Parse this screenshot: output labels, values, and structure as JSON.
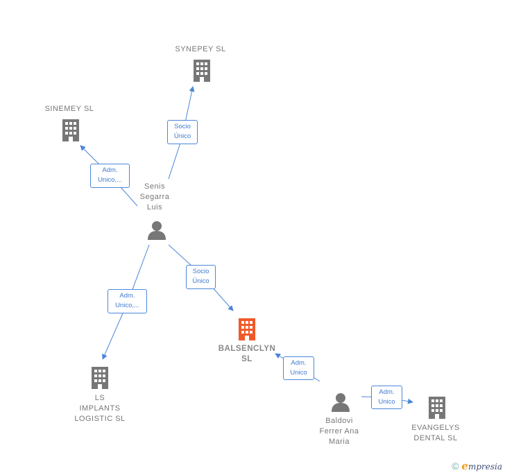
{
  "nodes": {
    "synepey": {
      "label": "SYNEPEY  SL",
      "type": "company"
    },
    "sinemey": {
      "label": "SINEMEY  SL",
      "type": "company"
    },
    "senis": {
      "label": "Senis\nSegarra\nLuis",
      "type": "person"
    },
    "balsenclyn": {
      "label": "BALSENCLYN\nSL",
      "type": "company-focus"
    },
    "ls_implants": {
      "label": "LS\nIMPLANTS\nLOGISTIC  SL",
      "type": "company"
    },
    "baldovi": {
      "label": "Baldovi\nFerrer Ana\nMaria",
      "type": "person"
    },
    "evangelys": {
      "label": "EVANGELYS\nDENTAL  SL",
      "type": "company"
    }
  },
  "edges": {
    "senis_synepey": {
      "label": "Socio\nÚnico"
    },
    "senis_sinemey": {
      "label": "Adm.\nUnico,..."
    },
    "senis_ls": {
      "label": "Adm.\nUnico,..."
    },
    "senis_balsenclyn": {
      "label": "Socio\nÚnico"
    },
    "baldovi_balsenclyn": {
      "label": "Adm.\nUnico"
    },
    "baldovi_evangelys": {
      "label": "Adm.\nUnico"
    }
  },
  "colors": {
    "edge": "#4a86d9",
    "company": "#777777",
    "focus": "#f05a28",
    "person": "#777777"
  },
  "footer": {
    "copyright": "©",
    "brand_e": "e",
    "brand_rest": "mpresia"
  }
}
